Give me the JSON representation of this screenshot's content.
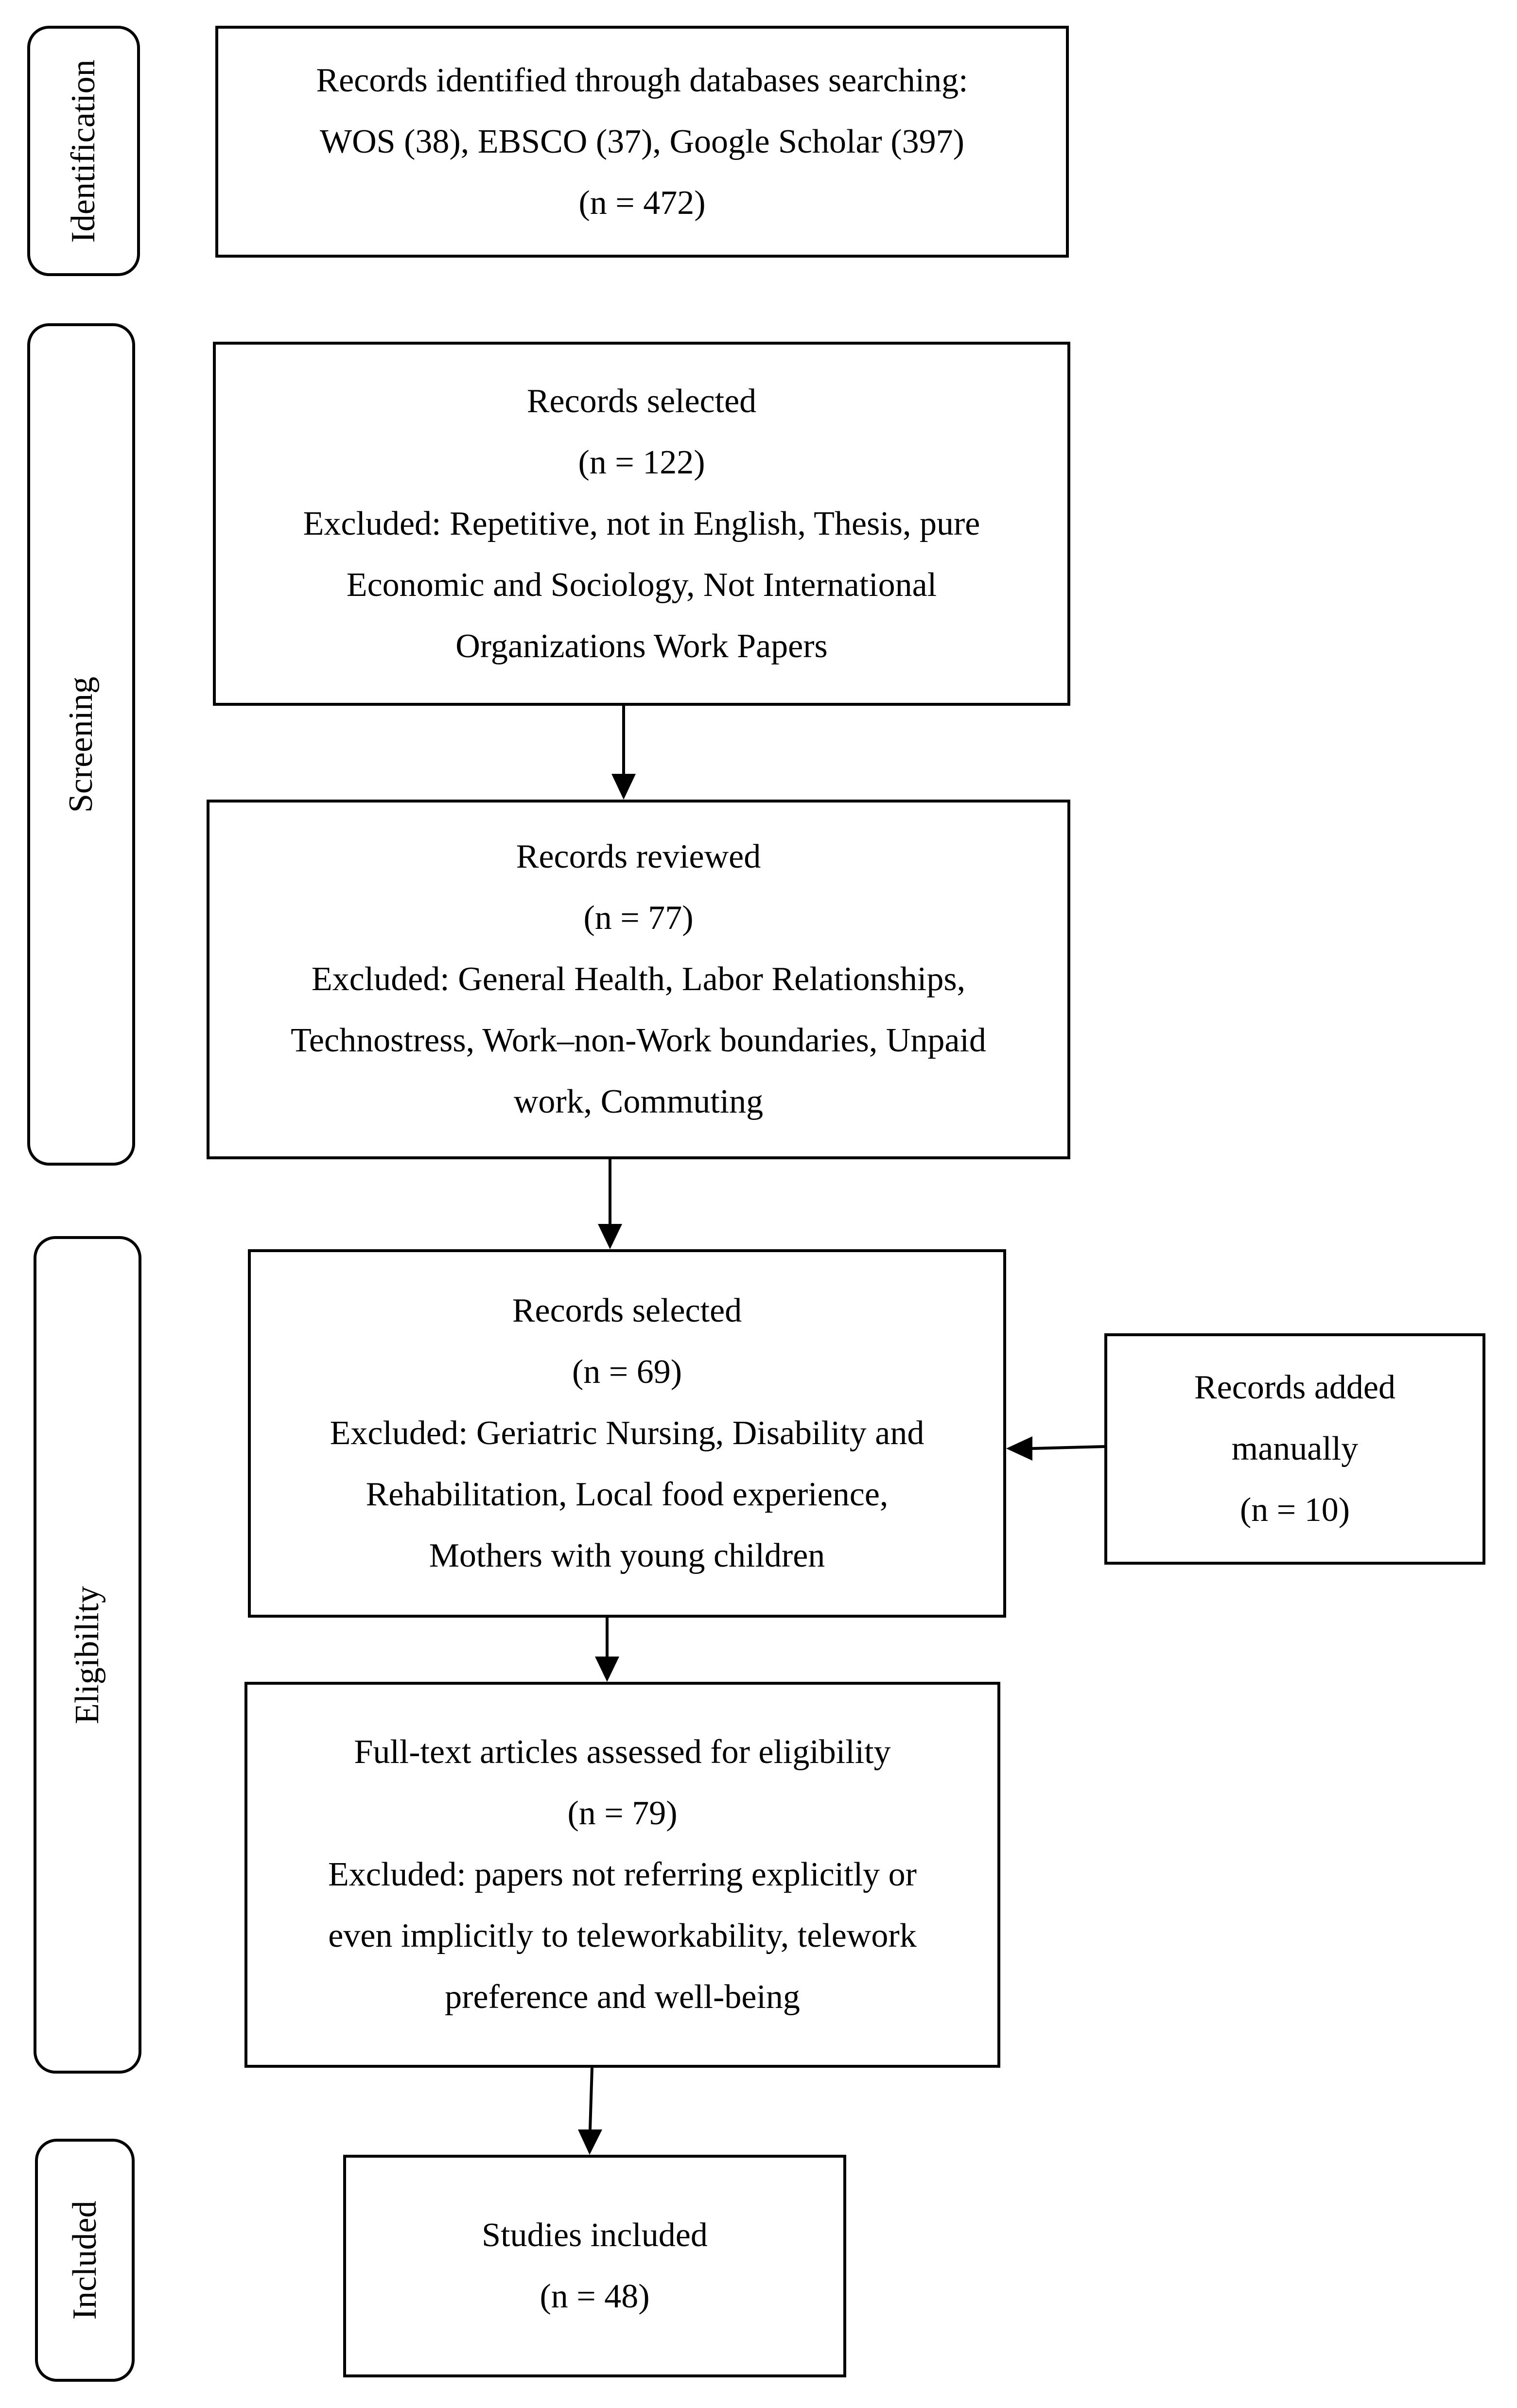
{
  "phases": {
    "identification": "Identification",
    "screening": "Screening",
    "eligibility": "Eligibility",
    "included": "Included"
  },
  "boxes": {
    "identified": {
      "line1": "Records identified through databases searching:",
      "line2": "WOS (38), EBSCO (37), Google Scholar (397)",
      "line3": "(n = 472)"
    },
    "selected_1": {
      "line1": "Records selected",
      "line2": "(n = 122)",
      "line3": "Excluded: Repetitive, not in English, Thesis, pure",
      "line4": "Economic and Sociology, Not International",
      "line5": "Organizations Work Papers"
    },
    "reviewed": {
      "line1": "Records reviewed",
      "line2": "(n = 77)",
      "line3": "Excluded: General Health, Labor Relationships,",
      "line4": "Technostress, Work–non-Work boundaries, Unpaid",
      "line5": "work, Commuting"
    },
    "selected_2": {
      "line1": "Records selected",
      "line2": "(n = 69)",
      "line3": "Excluded: Geriatric Nursing, Disability and",
      "line4": "Rehabilitation, Local food experience,",
      "line5": "Mothers with young children"
    },
    "added_manually": {
      "line1": "Records added",
      "line2": "manually",
      "line3": "(n = 10)"
    },
    "full_text": {
      "line1": "Full-text articles assessed for eligibility",
      "line2": "(n = 79)",
      "line3": "Excluded: papers not referring explicitly or",
      "line4": "even implicitly to teleworkability, telework",
      "line5": "preference and well-being"
    },
    "included": {
      "line1": "Studies included",
      "line2": "(n = 48)"
    }
  },
  "colors": {
    "stroke": "#000000",
    "background": "#ffffff"
  }
}
